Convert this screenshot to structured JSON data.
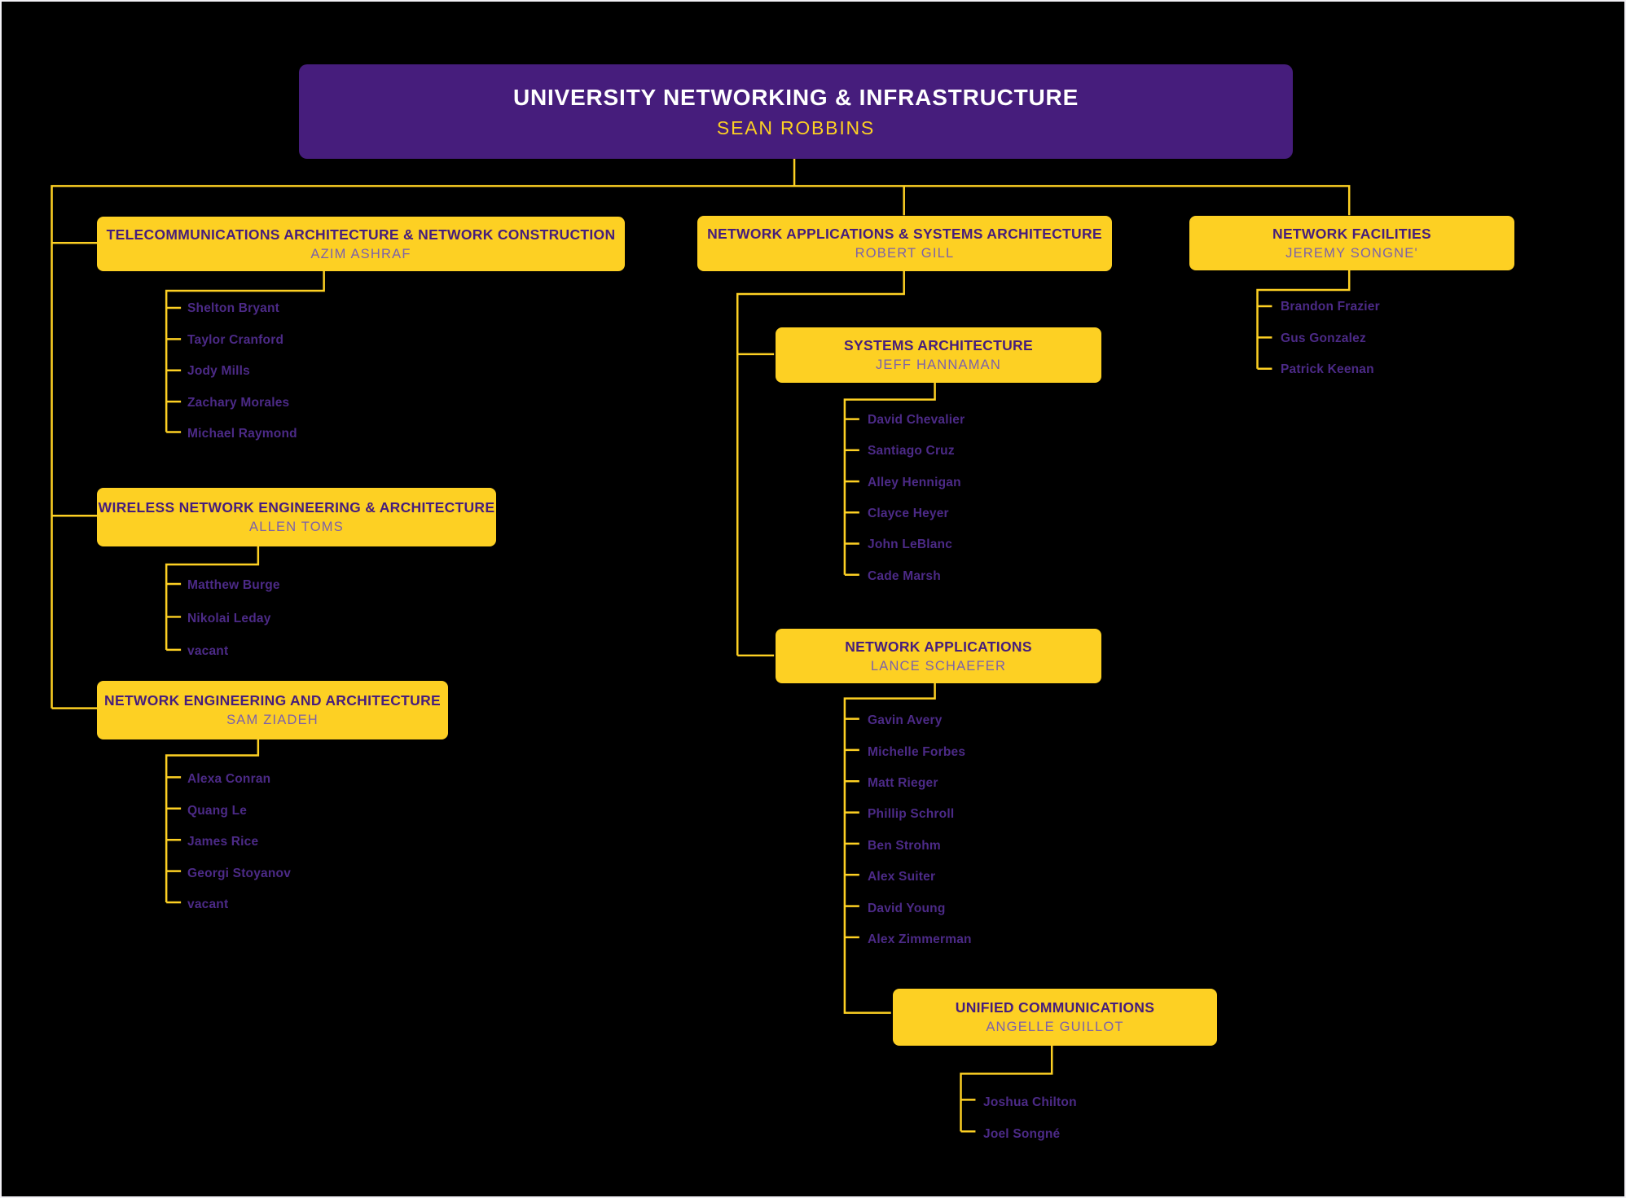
{
  "colors": {
    "background": "#000000",
    "purple": "#461D7C",
    "gold": "#FDD023",
    "dept_title": "#461D7C",
    "dept_subtitle": "#7C61AB",
    "member_text": "#4C2A87",
    "connector": "#FDD023",
    "root_title_text": "#FFFFFF"
  },
  "root": {
    "title": "UNIVERSITY NETWORKING & INFRASTRUCTURE",
    "name": "SEAN ROBBINS"
  },
  "departments": [
    {
      "id": "telecom",
      "title": "TELECOMMUNICATIONS ARCHITECTURE & NETWORK CONSTRUCTION",
      "name": "AZIM ASHRAF",
      "members": [
        "Shelton Bryant",
        "Taylor Cranford",
        "Jody Mills",
        "Zachary Morales",
        "Michael Raymond"
      ]
    },
    {
      "id": "wireless",
      "title": "WIRELESS NETWORK ENGINEERING & ARCHITECTURE",
      "name": "ALLEN TOMS",
      "members": [
        "Matthew Burge",
        "Nikolai Leday",
        "vacant"
      ]
    },
    {
      "id": "neteng",
      "title": "NETWORK ENGINEERING AND ARCHITECTURE",
      "name": "SAM ZIADEH",
      "members": [
        "Alexa Conran",
        "Quang Le",
        "James Rice",
        "Georgi Stoyanov",
        "vacant"
      ]
    },
    {
      "id": "appsys",
      "title": "NETWORK APPLICATIONS & SYSTEMS ARCHITECTURE",
      "name": "ROBERT GILL",
      "members": []
    },
    {
      "id": "sysarch",
      "title": "SYSTEMS ARCHITECTURE",
      "name": "JEFF HANNAMAN",
      "members": [
        "David Chevalier",
        "Santiago Cruz",
        "Alley Hennigan",
        "Clayce Heyer",
        "John LeBlanc",
        "Cade Marsh"
      ]
    },
    {
      "id": "netapps",
      "title": "NETWORK APPLICATIONS",
      "name": "LANCE SCHAEFER",
      "members": [
        "Gavin Avery",
        "Michelle Forbes",
        "Matt Rieger",
        "Phillip Schroll",
        "Ben Strohm",
        "Alex Suiter",
        "David Young",
        "Alex Zimmerman"
      ]
    },
    {
      "id": "unified",
      "title": "UNIFIED COMMUNICATIONS",
      "name": "ANGELLE GUILLOT",
      "members": [
        "Joshua Chilton",
        "Joel Songné"
      ]
    },
    {
      "id": "facilities",
      "title": "NETWORK FACILITIES",
      "name": "JEREMY SONGNE'",
      "members": [
        "Brandon Frazier",
        "Gus Gonzalez",
        "Patrick Keenan"
      ]
    }
  ]
}
